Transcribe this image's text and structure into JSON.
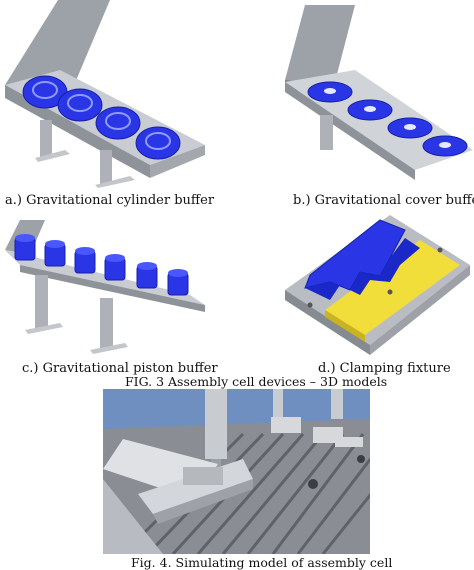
{
  "panels": [
    {
      "id": "a",
      "caption": "a.) Gravitational cylinder buffer"
    },
    {
      "id": "b",
      "caption": "b.) Gravitational cover buffer"
    },
    {
      "id": "c",
      "caption": "c.) Gravitational piston buffer"
    },
    {
      "id": "d",
      "caption": "d.) Clamping fixture"
    }
  ],
  "fig3_caption": "FIG. 3  Assembly cell devices – 3D models",
  "fig4_caption": "Fig. 4. Simulating model of assembly cell",
  "colors": {
    "part_blue": "#2a36e6",
    "metal_gray": "#b9bcc2",
    "clamp_yellow": "#f1de3a",
    "sim_bg": "#6f8fc0"
  }
}
